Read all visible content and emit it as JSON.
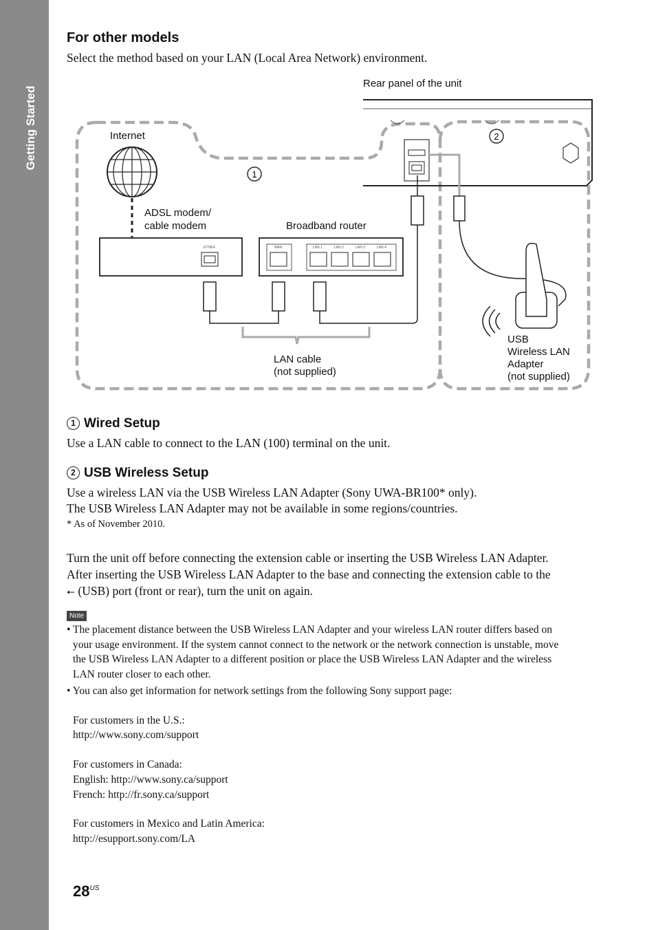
{
  "side_tab": {
    "label": "Getting Started"
  },
  "section": {
    "title": "For other models",
    "intro": "Select the method based on your LAN (Local Area Network) environment."
  },
  "diagram": {
    "rear_panel_label": "Rear panel of the unit",
    "internet_label": "Internet",
    "modem_label_1": "ADSL modem/",
    "modem_label_2": "cable modem",
    "router_label": "Broadband router",
    "lan_cable_label_1": "LAN cable",
    "lan_cable_label_2": "(not supplied)",
    "adapter_label_1": "USB",
    "adapter_label_2": "Wireless LAN",
    "adapter_label_3": "Adapter",
    "adapter_label_4": "(not supplied)",
    "marker_1": "1",
    "marker_2": "2",
    "port_ether": "ETHER",
    "port_wan": "WAN",
    "port_lan1": "LAN 1",
    "port_lan2": "LAN 2",
    "port_lan3": "LAN 3",
    "port_lan4": "LAN 4"
  },
  "wired": {
    "number": "1",
    "title": "Wired Setup",
    "text": "Use a LAN cable to connect to the LAN (100) terminal on the unit."
  },
  "wireless": {
    "number": "2",
    "title": "USB Wireless Setup",
    "line1": "Use a wireless LAN via the USB Wireless LAN Adapter (Sony UWA-BR100* only).",
    "line2": "The USB Wireless LAN Adapter may not be available in some regions/countries.",
    "footnote": "*   As of November 2010."
  },
  "body": {
    "line1": "Turn the unit off before connecting the extension cable or inserting the USB Wireless LAN Adapter.",
    "line2": "After inserting the USB Wireless LAN Adapter to the base and connecting the extension cable to the",
    "line3": "(USB) port (front or rear), turn the unit on again."
  },
  "note": {
    "badge": "Note",
    "b1_l1": "• The placement distance between the USB Wireless LAN Adapter and your wireless LAN router differs based on",
    "b1_l2": "your usage environment. If the system cannot connect to the network or the network connection is unstable, move",
    "b1_l3": "the USB Wireless LAN Adapter to a different position or place the USB Wireless LAN Adapter and the wireless",
    "b1_l4": "LAN router closer to each other.",
    "b2": "• You can also get information for network settings from the following Sony support page:",
    "us_label": "For customers in the U.S.:",
    "us_url": "http://www.sony.com/support",
    "ca_label": "For customers in Canada:",
    "ca_en": "English: http://www.sony.ca/support",
    "ca_fr": "French: http://fr.sony.ca/support",
    "mx_label": "For customers in Mexico and Latin America:",
    "mx_url": "http://esupport.sony.com/LA"
  },
  "footer": {
    "page": "28",
    "suffix": "US"
  }
}
